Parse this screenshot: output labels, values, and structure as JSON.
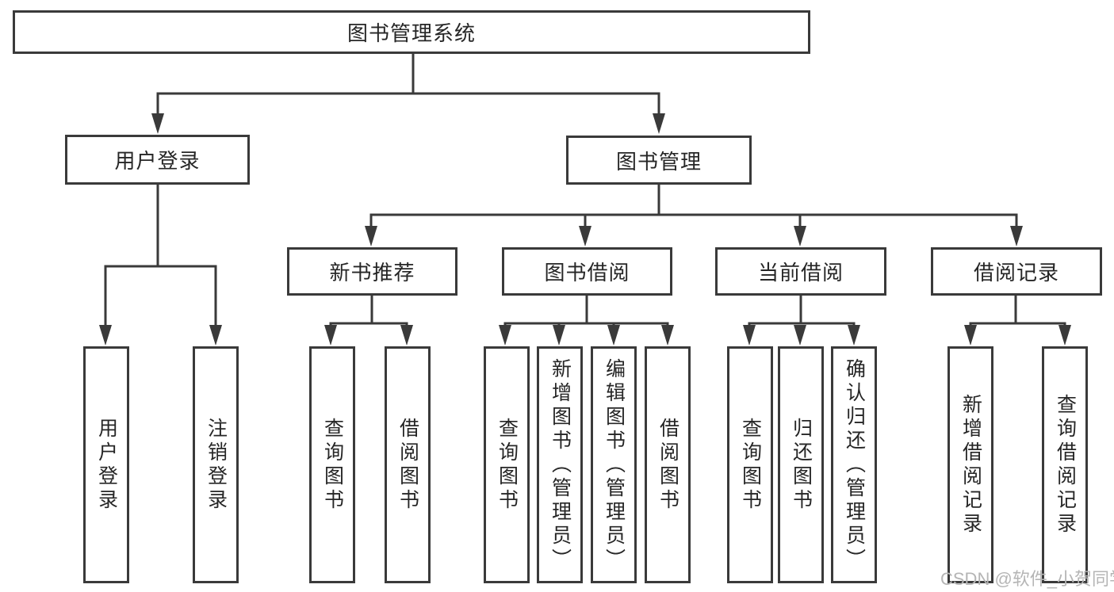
{
  "diagram": {
    "type": "tree",
    "root": {
      "label": "图书管理系统",
      "children": [
        {
          "label": "用户登录",
          "children": [
            {
              "label": "用户登录"
            },
            {
              "label": "注销登录"
            }
          ]
        },
        {
          "label": "图书管理",
          "children": [
            {
              "label": "新书推荐",
              "children": [
                {
                  "label": "查询图书"
                },
                {
                  "label": "借阅图书"
                }
              ]
            },
            {
              "label": "图书借阅",
              "children": [
                {
                  "label": "查询图书"
                },
                {
                  "label": "新增图书（管理员）"
                },
                {
                  "label": "编辑图书（管理员）"
                },
                {
                  "label": "借阅图书"
                }
              ]
            },
            {
              "label": "当前借阅",
              "children": [
                {
                  "label": "查询图书"
                },
                {
                  "label": "归还图书"
                },
                {
                  "label": "确认归还（管理员）"
                }
              ]
            },
            {
              "label": "借阅记录",
              "children": [
                {
                  "label": "新增借阅记录"
                },
                {
                  "label": "查询借阅记录"
                }
              ]
            }
          ]
        }
      ]
    }
  },
  "watermark": "CSDN @软件_小贺同学",
  "colors": {
    "line": "#3a3a3a",
    "box_border": "#3a3a3a",
    "text": "#262626",
    "watermark": "#b5b5b5",
    "background": "#ffffff"
  }
}
